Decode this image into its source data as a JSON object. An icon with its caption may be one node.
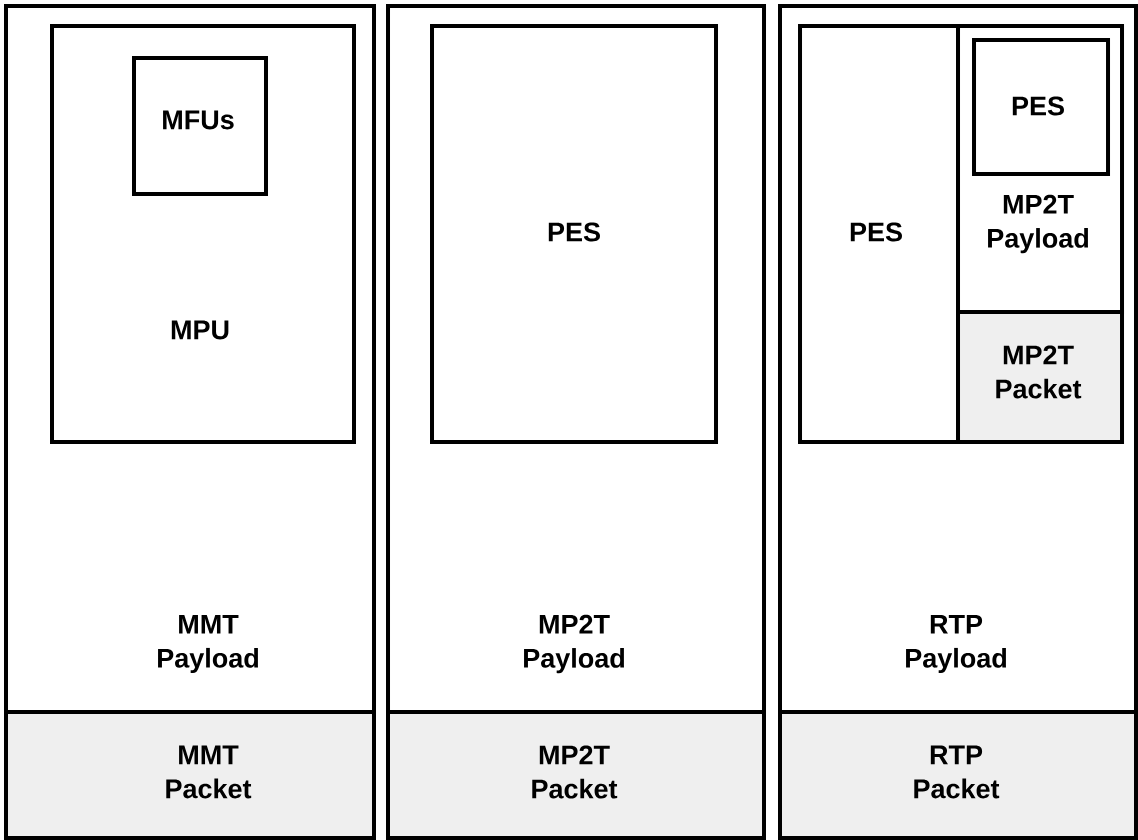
{
  "diagram": {
    "nodes": [
      {
        "text": [
          "MMT Payload"
        ]
      },
      {
        "text": [
          "MPU"
        ],
        "in": 0
      },
      {
        "text": [
          "MFUs"
        ],
        "in": 1
      },
      {
        "text": [
          "MMT Packet"
        ]
      },
      {
        "text": [
          "MP2T Payload"
        ]
      },
      {
        "text": [
          "PES"
        ],
        "in": 4
      },
      {
        "text": [
          "MP2T Packet"
        ]
      },
      {
        "text": [
          "RTP Payload"
        ]
      },
      {
        "text": [
          "PES"
        ],
        "in": 7
      },
      {
        "text": [
          "MP2T Payload"
        ],
        "in": 7
      },
      {
        "text": [
          "PES"
        ],
        "in": 9
      },
      {
        "text": [
          "MP2T Packet"
        ],
        "in": 7
      },
      {
        "text": [
          "RTP Packet"
        ]
      }
    ]
  }
}
